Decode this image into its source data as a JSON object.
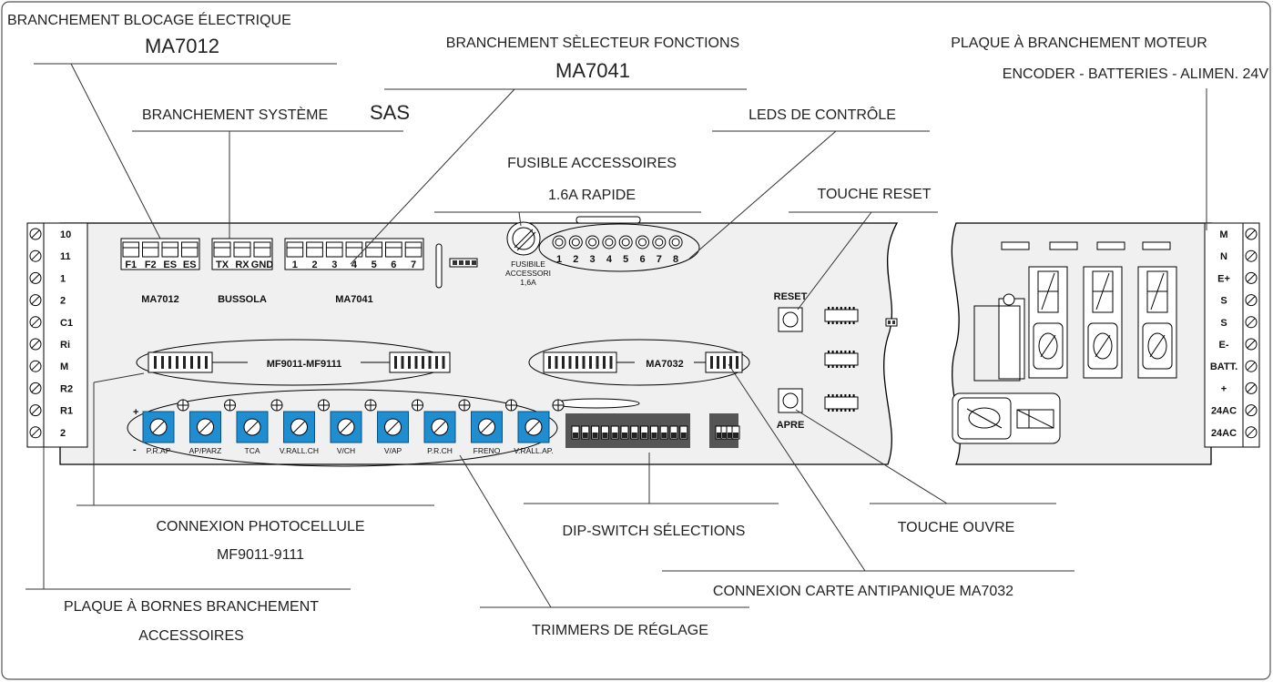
{
  "labels": {
    "blocage_title": "BRANCHEMENT BLOCAGE ÉLECTRIQUE",
    "blocage_model": "MA7012",
    "selecteur_title": "BRANCHEMENT SÈLECTEUR FONCTIONS",
    "selecteur_model": "MA7041",
    "sas_title": "BRANCHEMENT SYSTÈME",
    "sas_model": "SAS",
    "moteur_line1": "PLAQUE À BRANCHEMENT MOTEUR",
    "moteur_line2": "ENCODER - BATTERIES - ALIMEN. 24V",
    "leds": "LEDS DE CONTRÔLE",
    "fusible_line1": "FUSIBLE ACCESSOIRES",
    "fusible_line2": "1.6A RAPIDE",
    "reset": "TOUCHE RESET",
    "photo_line1": "CONNEXION PHOTOCELLULE",
    "photo_line2": "MF9011-9111",
    "dip": "DIP-SWITCH SÉLECTIONS",
    "ouvre": "TOUCHE OUVRE",
    "antipanique": "CONNEXION CARTE ANTIPANIQUE MA7032",
    "bornes_line1": "PLAQUE À BORNES BRANCHEMENT",
    "bornes_line2": "ACCESSOIRES",
    "trimmers": "TRIMMERS DE RÉGLAGE"
  },
  "board": {
    "left_terminals": [
      "10",
      "11",
      "1",
      "2",
      "C1",
      "Ri",
      "M",
      "R2",
      "R1",
      "2"
    ],
    "right_terminals": [
      "M",
      "N",
      "E+",
      "S",
      "S",
      "E-",
      "BATT.",
      "+",
      "24AC",
      "24AC"
    ],
    "ma7012_pins": [
      "F1",
      "F2",
      "ES",
      "ES"
    ],
    "ma7012_label": "MA7012",
    "bussola_pins": [
      "TX",
      "RX",
      "GND"
    ],
    "bussola_label": "BUSSOLA",
    "ma7041_pins": [
      "1",
      "2",
      "3",
      "4",
      "5",
      "6",
      "7"
    ],
    "ma7041_label": "MA7041",
    "fuse_label_1": "FUSIBILE",
    "fuse_label_2": "ACCESSORI",
    "fuse_label_3": "1,6A",
    "led_numbers": [
      "1",
      "2",
      "3",
      "4",
      "5",
      "6",
      "7",
      "8"
    ],
    "mf_connector_label": "MF9011-MF9111",
    "ma7032_label": "MA7032",
    "reset_label": "RESET",
    "apre_label": "APRE",
    "trimmer_labels": [
      "P.R.AP",
      "AP/PARZ",
      "TCA",
      "V.RALL.CH",
      "V/CH",
      "V/AP",
      "P.R.CH",
      "FRENO",
      "V.RALL.AP."
    ]
  }
}
